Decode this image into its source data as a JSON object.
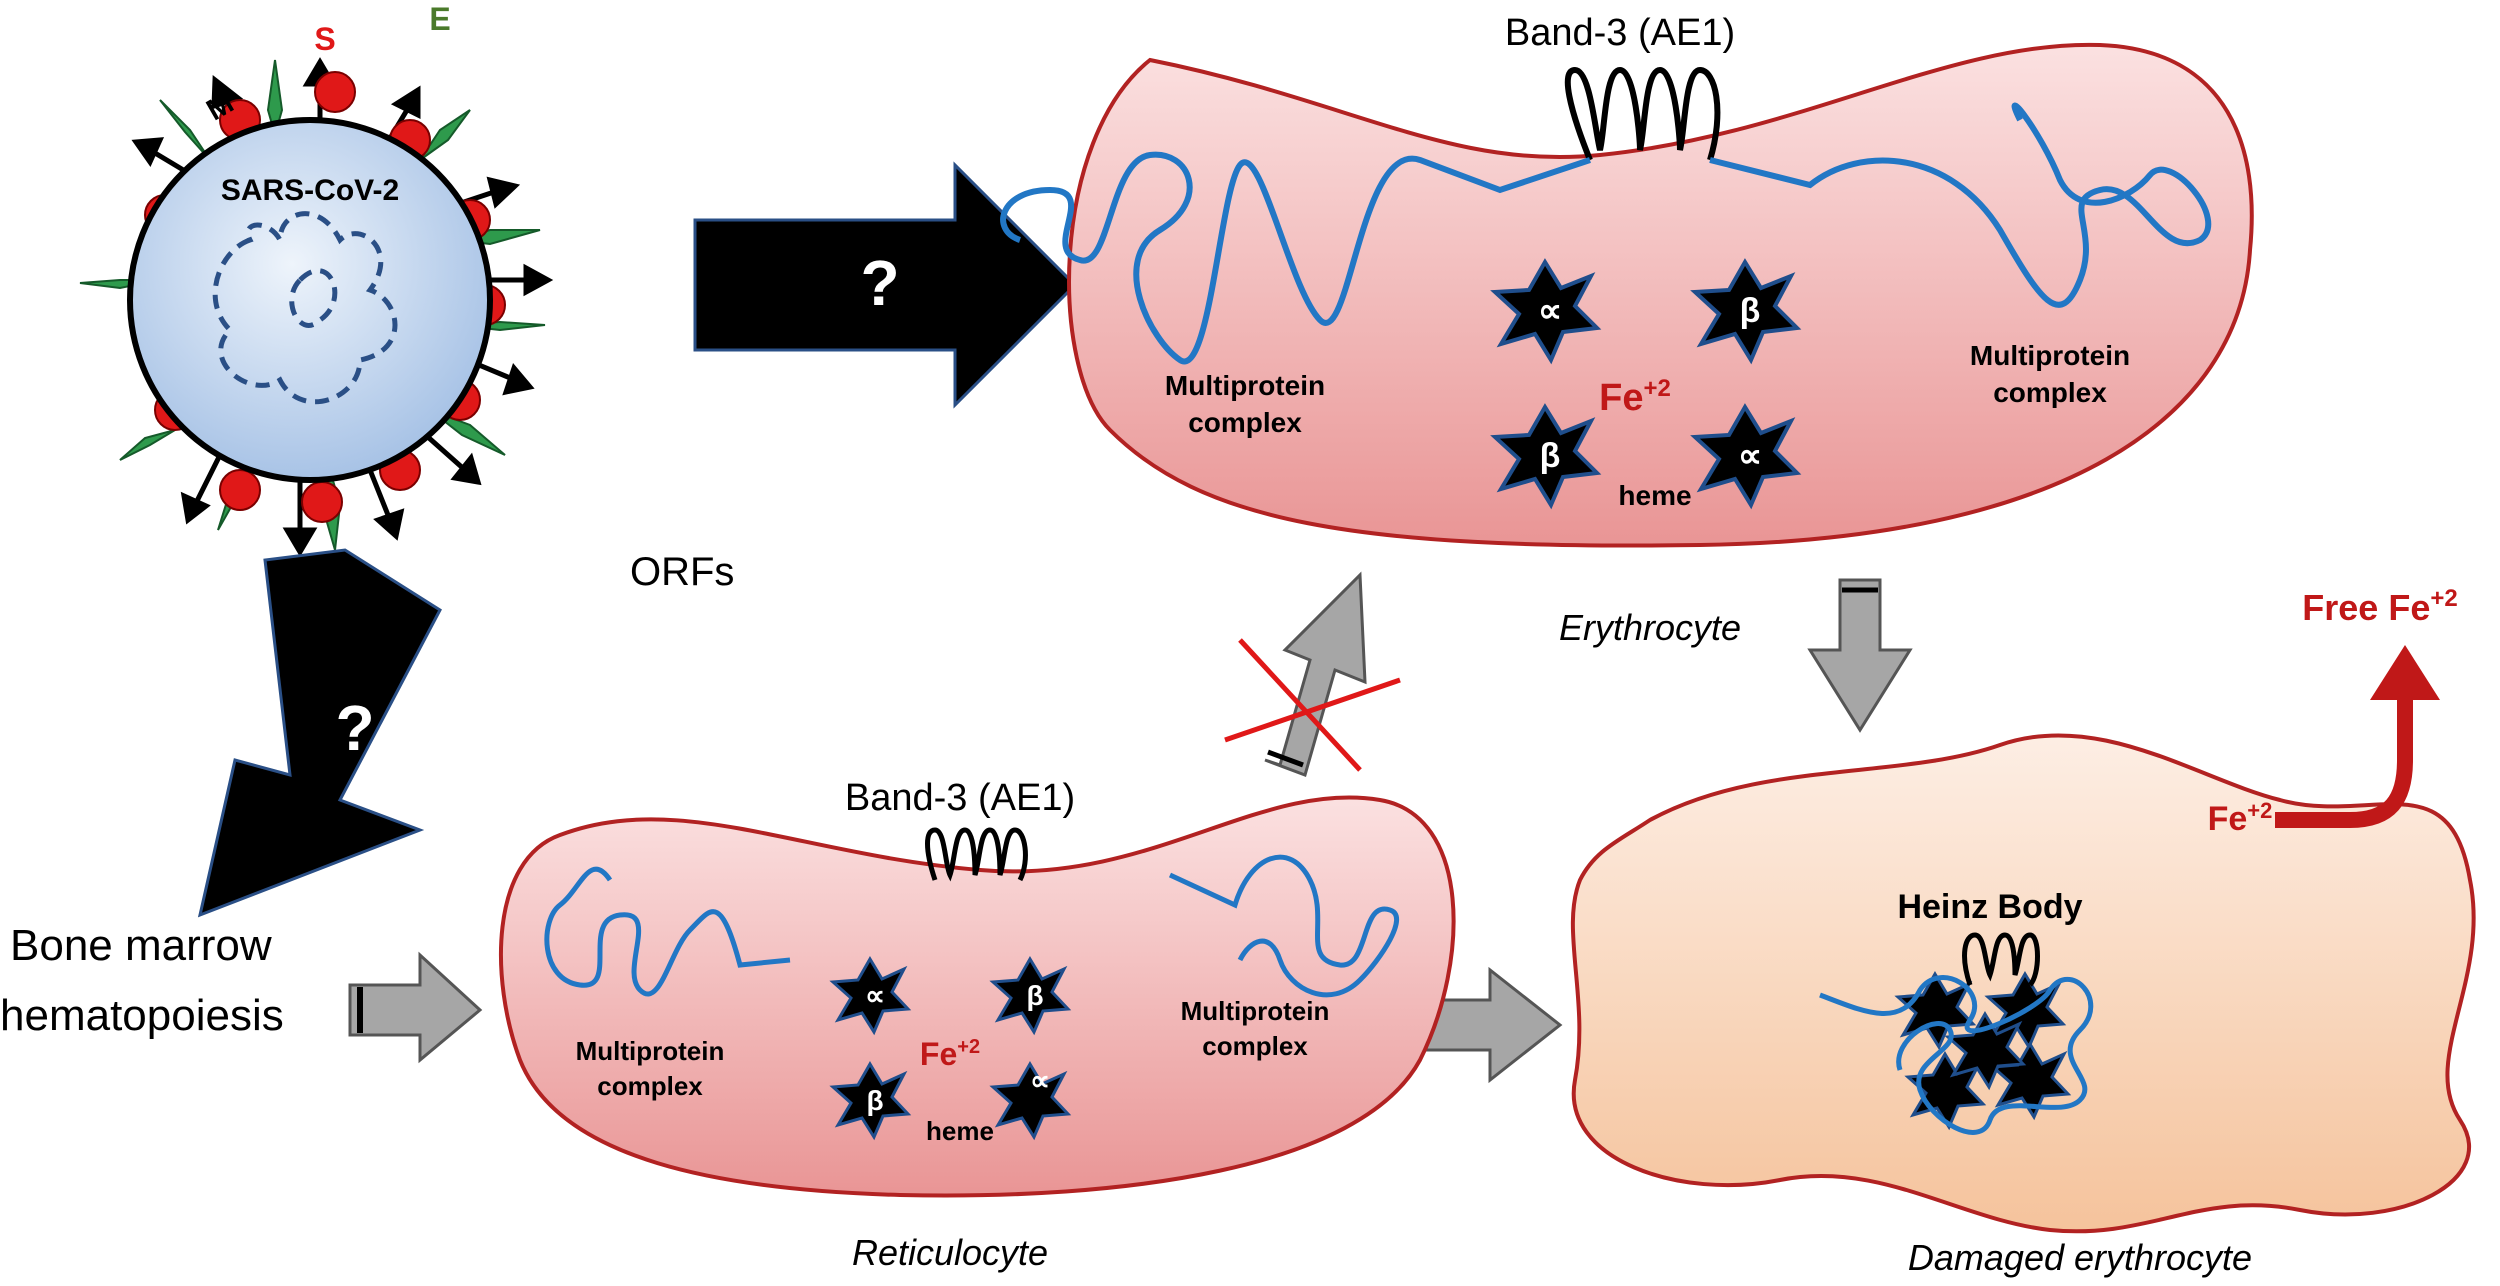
{
  "virus": {
    "name": "SARS-CoV-2",
    "protein_s": "S",
    "protein_e": "E",
    "protein_m": "M",
    "orfs": "ORFs"
  },
  "arrows": {
    "question_right": "?",
    "question_down": "?"
  },
  "erythrocyte": {
    "band3": "Band-3 (AE1)",
    "complex_left_1": "Multiprotein",
    "complex_left_2": "complex",
    "complex_right_1": "Multiprotein",
    "complex_right_2": "complex",
    "alpha": "∝",
    "beta": "β",
    "fe": "Fe",
    "fe_sup": "+2",
    "heme": "heme",
    "caption": "Erythrocyte"
  },
  "reticulocyte": {
    "band3": "Band-3 (AE1)",
    "complex_left_1": "Multiprotein",
    "complex_left_2": "complex",
    "complex_right_1": "Multiprotein",
    "complex_right_2": "complex",
    "alpha": "∝",
    "beta": "β",
    "fe": "Fe",
    "fe_sup": "+2",
    "heme": "heme",
    "caption": "Reticulocyte"
  },
  "bone_marrow": {
    "line1": "Bone marrow",
    "line2": "hematopoiesis"
  },
  "damaged": {
    "heinz": "Heinz Body",
    "fe": "Fe",
    "fe_sup": "+2",
    "free_fe": "Free Fe",
    "free_fe_sup": "+2",
    "caption": "Damaged erythrocyte"
  },
  "colors": {
    "cell_fill": "#eba6a6",
    "cell_stroke": "#b22222",
    "damaged_fill": "#f9d3b5",
    "protein_blue": "#2277c5",
    "virus_fill": "#b9d0ea",
    "spike_red": "#e01818",
    "envelope_green": "#2e9a4c",
    "iron_red": "#c01818",
    "arrow_black": "#000000",
    "arrow_gray": "#a6a6a6"
  }
}
